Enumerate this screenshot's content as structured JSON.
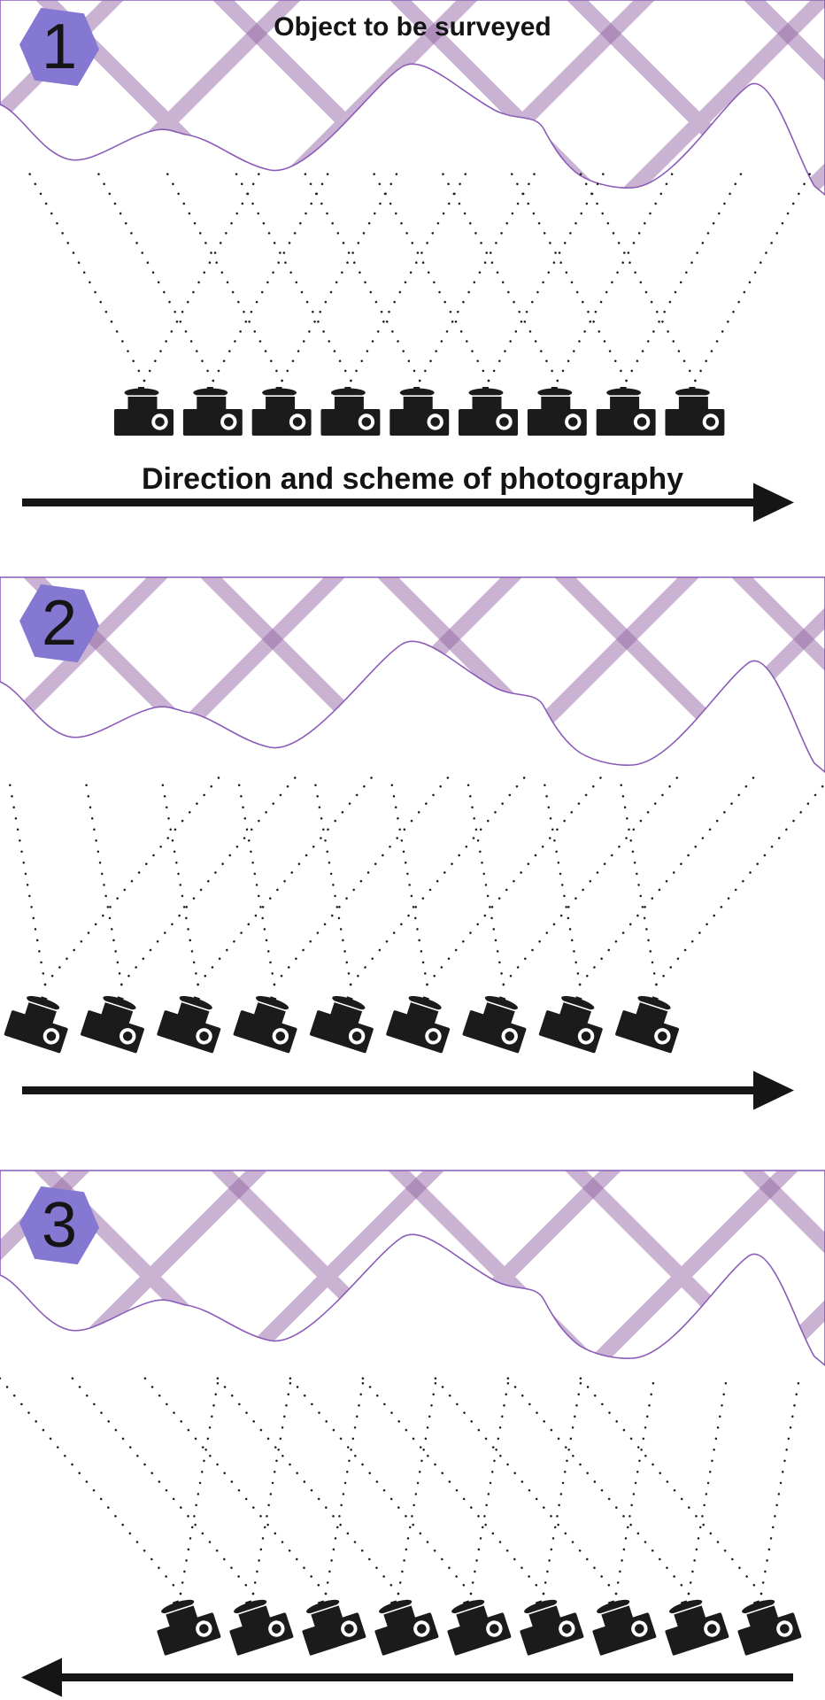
{
  "diagram": {
    "object_label": "Object to be surveyed",
    "arrow_label": "Direction and scheme of photography"
  },
  "panels": [
    {
      "badge": "1",
      "camera_count": 9,
      "camera_tilt": "upright",
      "arrow_direction": "right",
      "has_object_label": true,
      "has_arrow_label": true
    },
    {
      "badge": "2",
      "camera_count": 9,
      "camera_tilt": "tilted-right",
      "arrow_direction": "right",
      "has_object_label": false,
      "has_arrow_label": false
    },
    {
      "badge": "3",
      "camera_count": 9,
      "camera_tilt": "tilted-left",
      "arrow_direction": "left",
      "has_object_label": false,
      "has_arrow_label": false
    }
  ],
  "colors": {
    "lattice_band": "rgba(150,103,165,0.5)",
    "object_outline": "#8a5cb8",
    "badge_fill": "#8478d2",
    "camera_black": "#1b1b1b",
    "dot_black": "#1e1e1e",
    "arrow_black": "#151515"
  }
}
